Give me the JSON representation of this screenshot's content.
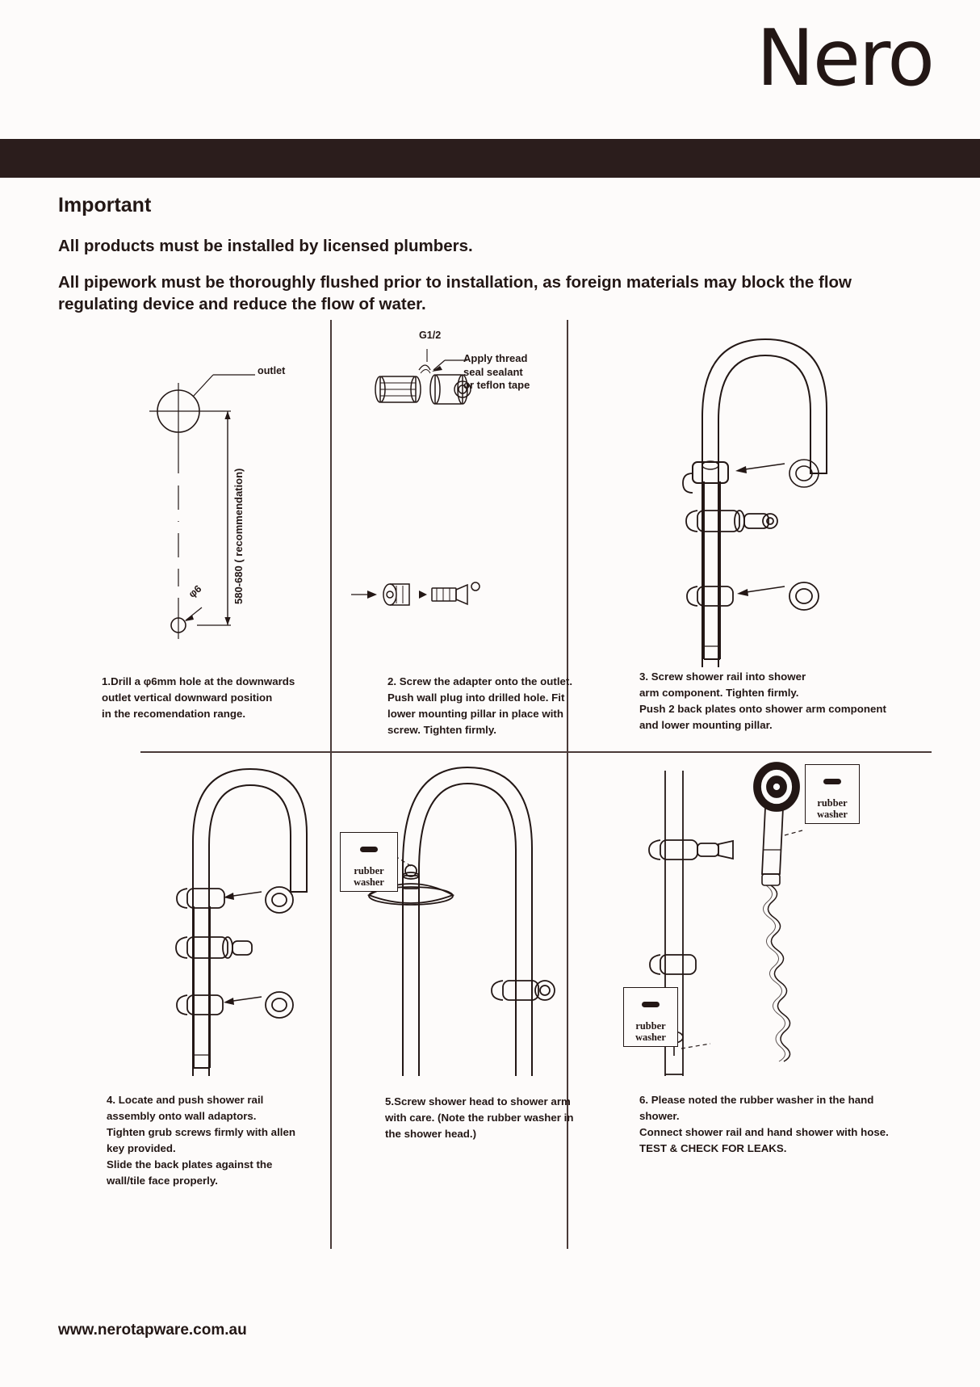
{
  "brand": {
    "name": "Nero"
  },
  "important": {
    "title": "Important",
    "lines": [
      "All products must be installed by licensed plumbers.",
      "All pipework must be thoroughly flushed prior to installation, as foreign materials\nmay block the flow regulating device and reduce the flow of water."
    ]
  },
  "steps": [
    {
      "id": "step-1",
      "caption": "1.Drill a φ6mm hole at the downwards\noutlet vertical downward position\nin the recomendation range.",
      "labels": {
        "outlet": "outlet",
        "dimension": "580-680 ( recommendation)",
        "hole_diameter": "φ6"
      }
    },
    {
      "id": "step-2",
      "caption": "2. Screw the adapter onto the outlet.\nPush wall plug into drilled hole. Fit\nlower mounting pillar in place with\nscrew. Tighten firmly.",
      "labels": {
        "thread_size": "G1/2",
        "sealant": "Apply thread\nseal sealant\nor teflon tape"
      }
    },
    {
      "id": "step-3",
      "caption": "3. Screw shower rail into shower\narm component. Tighten firmly.\nPush 2 back plates onto shower arm component\nand lower mounting pillar."
    },
    {
      "id": "step-4",
      "caption": "4. Locate and push shower rail\nassembly onto wall adaptors.\nTighten grub screws firmly with allen\nkey provided.\nSlide the back plates against the\nwall/tile face properly."
    },
    {
      "id": "step-5",
      "caption": "5.Screw shower head to shower arm\nwith care. (Note the rubber washer in\nthe shower head.)",
      "labels": {
        "washer": "rubber\nwasher"
      }
    },
    {
      "id": "step-6",
      "caption": "6. Please noted the rubber washer in the hand\nshower.\nConnect shower rail and hand shower with hose.\nTEST & CHECK FOR LEAKS.",
      "labels": {
        "washer_top": "rubber\nwasher",
        "washer_bottom": "rubber\nwasher"
      }
    }
  ],
  "footer": {
    "url": "www.nerotapware.com.au"
  },
  "colors": {
    "ink": "#231715",
    "bar": "#2b1d1c",
    "paper": "#fdfbfa"
  }
}
